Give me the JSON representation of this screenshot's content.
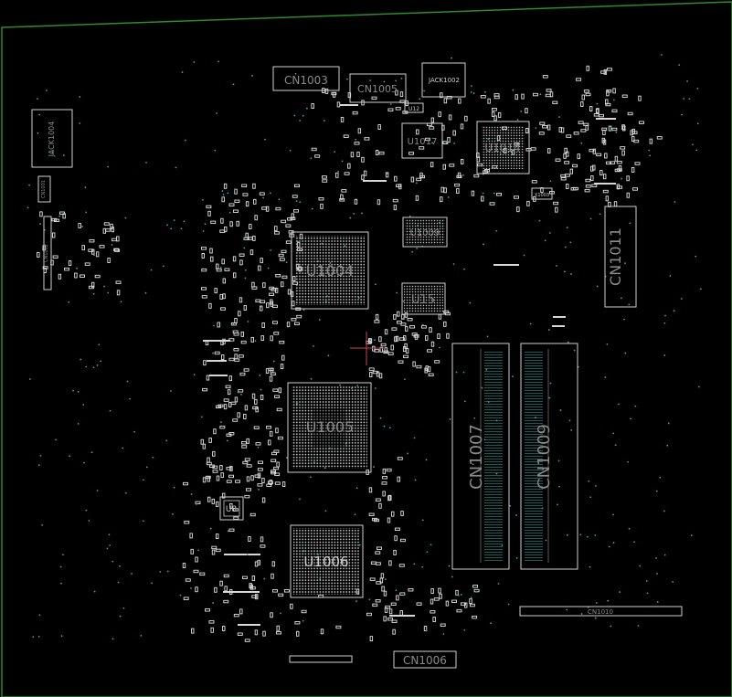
{
  "colors": {
    "background": "#000000",
    "board_outline": "#2e8b2e",
    "silkscreen": "#d8d8d8",
    "label_gray": "#8a8a8a",
    "via_teal": "#3aa8a0",
    "cursor_red": "#c0455a"
  },
  "labels": {
    "cn1003": "CN1003",
    "cn1005": "CN1005",
    "jack1002": "JACK1002",
    "jack1004": "JACK1004",
    "u12": "U12",
    "u1017": "U1017",
    "u1014": "U1014",
    "u1009": "U1009",
    "u1004": "U1004",
    "u15": "U15",
    "cn1011": "CN1011",
    "u1005": "U1005",
    "cn1007": "CN1007",
    "cn1009": "CN1009",
    "u8": "U8",
    "u1006": "U1006",
    "cn1010": "CN1010",
    "cn1006": "CN1006",
    "x1003": "X1003",
    "cn1001": "CN1001",
    "cn1002": "CN1002"
  }
}
